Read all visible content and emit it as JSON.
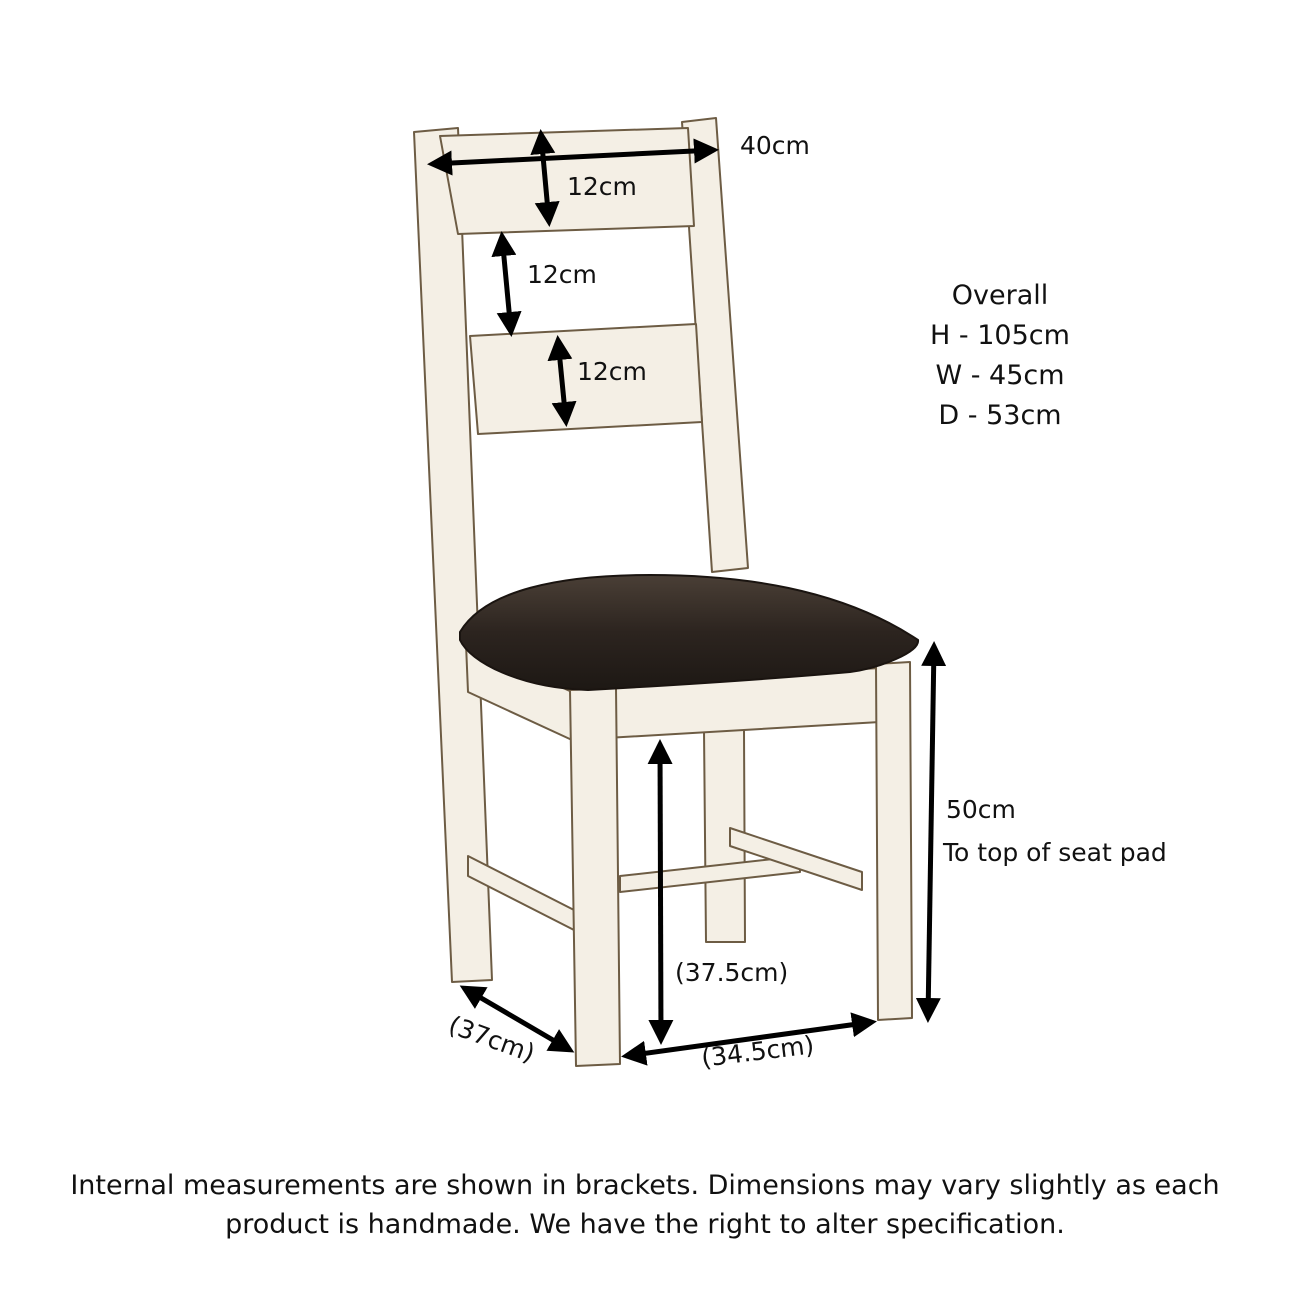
{
  "diagram": {
    "top_width": "40cm",
    "top_rail_height": "12cm",
    "slat_gap": "12cm",
    "middle_rail_height": "12cm",
    "seat_height_value": "50cm",
    "seat_height_note": "To top of seat pad",
    "internal_height": "(37.5cm)",
    "internal_width": "(34.5cm)",
    "internal_depth": "(37cm)"
  },
  "overall": {
    "title": "Overall",
    "height": "H - 105cm",
    "width": "W - 45cm",
    "depth": "D - 53cm"
  },
  "footnote": {
    "line1": "Internal measurements are shown in brackets. Dimensions may vary slightly as each",
    "line2": "product is handmade. We have the right to alter specification."
  },
  "colors": {
    "wood_fill": "#f4efe5",
    "wood_stroke": "#6d5c44",
    "seat_pad": "#2e2620",
    "arrow": "#000000"
  }
}
